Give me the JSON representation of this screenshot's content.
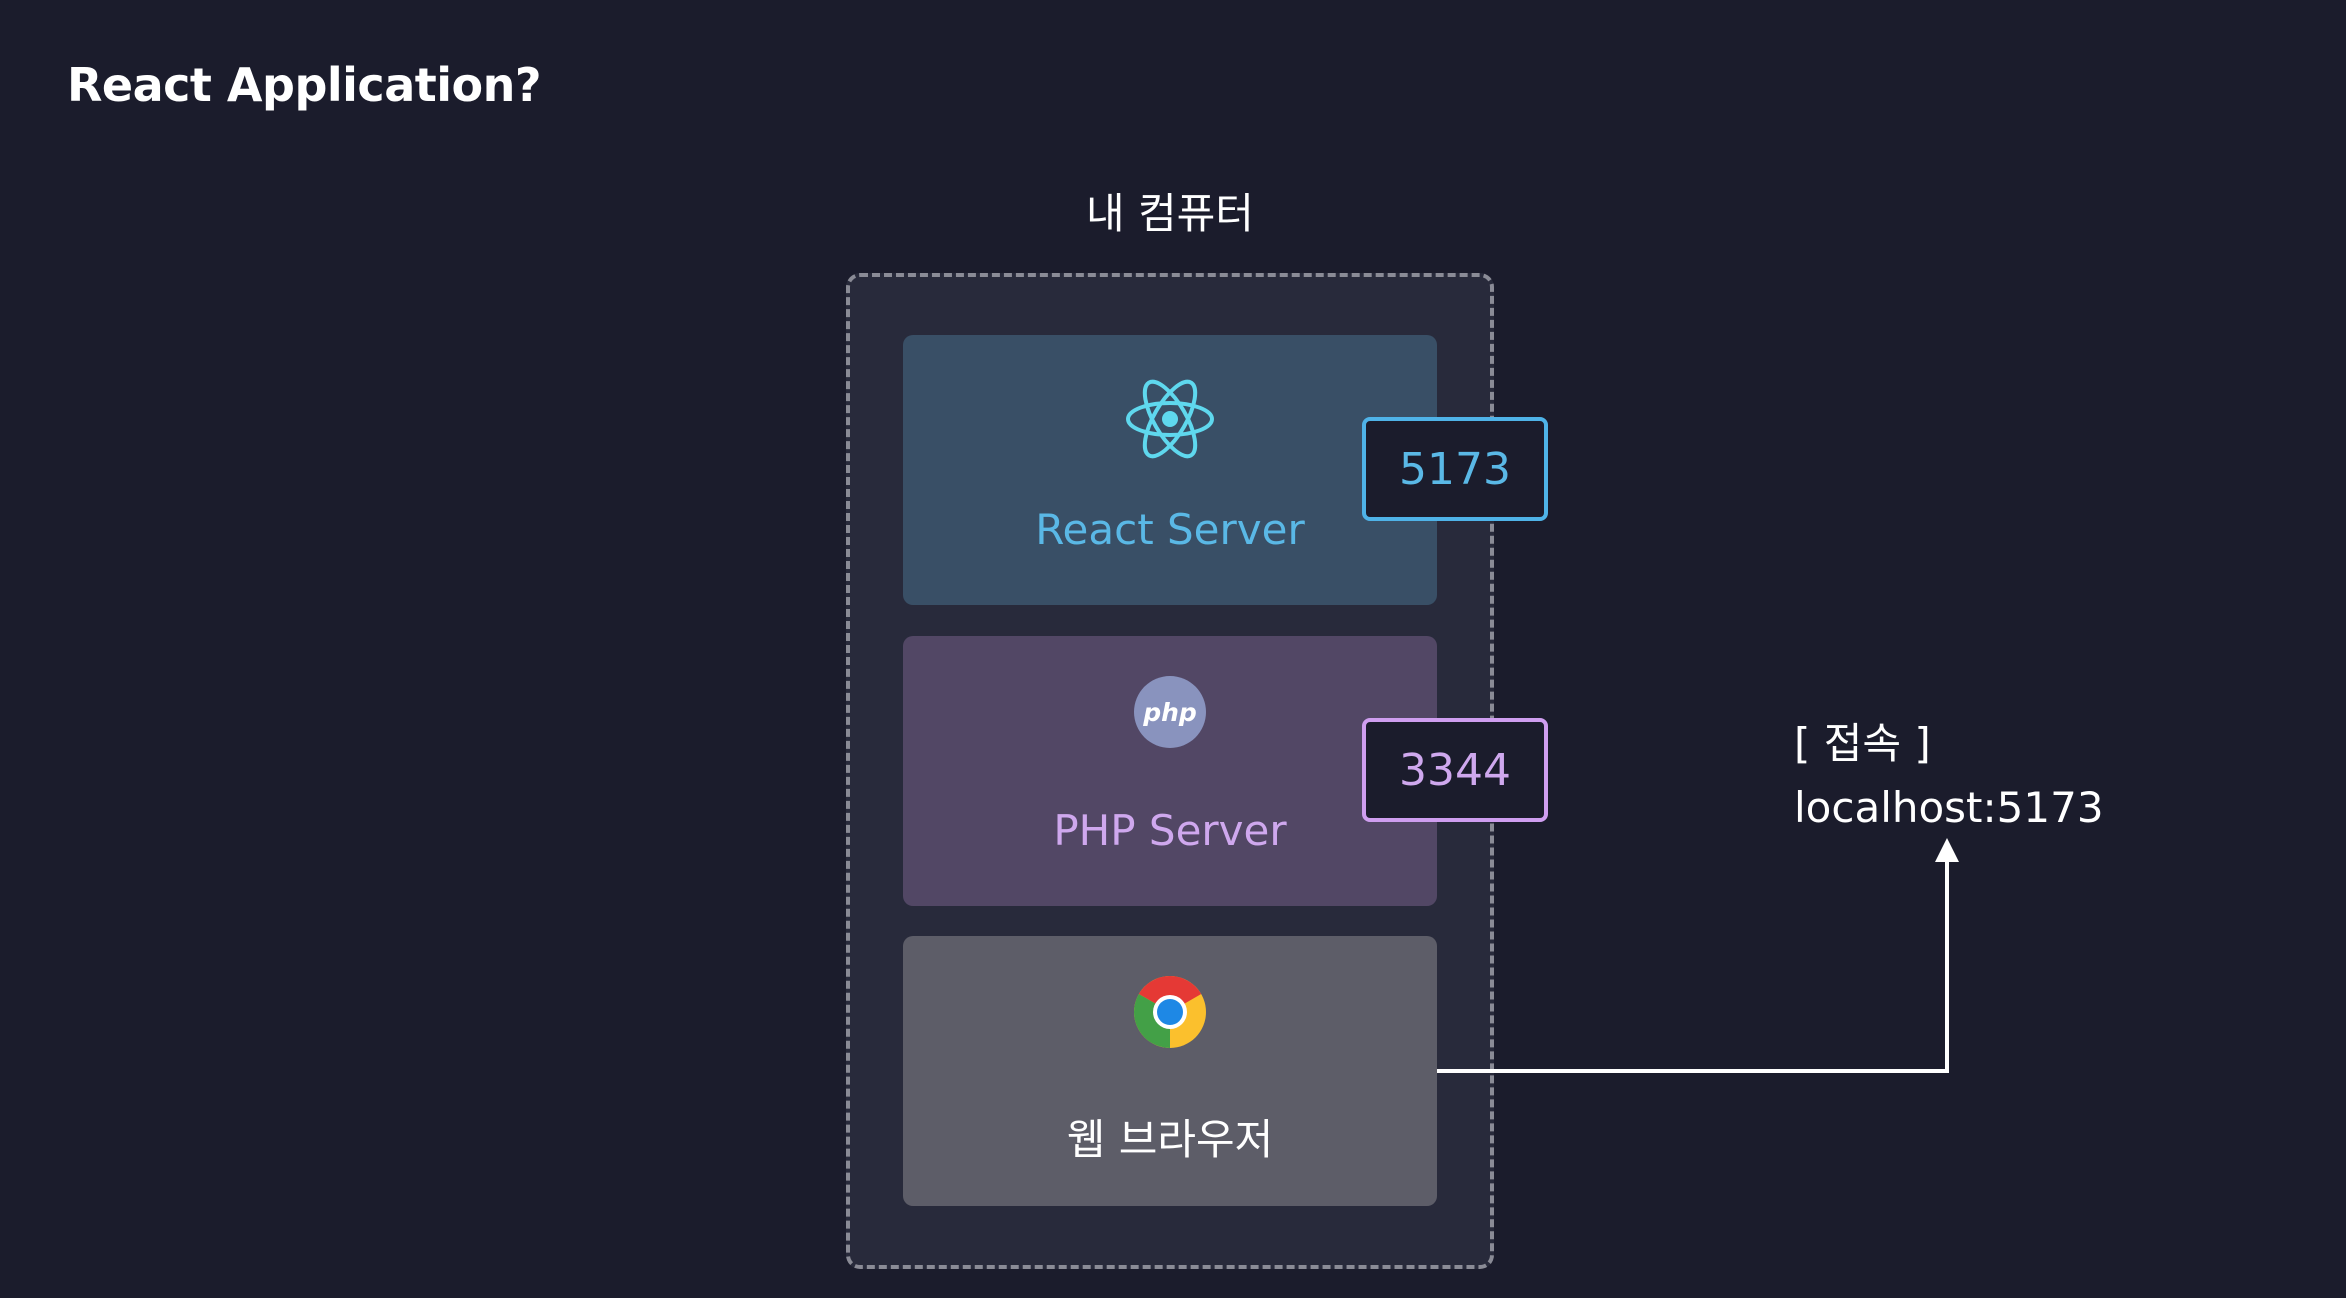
{
  "title": "React Application?",
  "computer": {
    "label": "내 컴퓨터",
    "panels": {
      "react": {
        "label": "React Server",
        "icon": "react-icon",
        "port": "5173"
      },
      "php": {
        "label": "PHP Server",
        "icon": "php-icon",
        "port": "3344"
      },
      "browser": {
        "label": "웹 브라우저",
        "icon": "chrome-icon"
      }
    }
  },
  "access": {
    "heading": "[ 접속 ]",
    "url": "localhost:5173"
  },
  "colors": {
    "background": "#1b1c2c",
    "react_accent": "#5ab8e6",
    "php_accent": "#cfa8ee",
    "connector": "#ffffff"
  }
}
